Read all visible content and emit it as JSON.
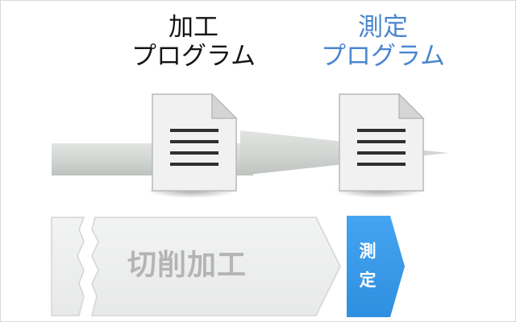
{
  "labels": {
    "machining_program": {
      "line1": "加工",
      "line2": "プログラム"
    },
    "measuring_program": {
      "line1": "測定",
      "line2": "プログラム"
    }
  },
  "processes": {
    "cutting": "切削加工",
    "measuring": {
      "char1": "測",
      "char2": "定"
    }
  },
  "colors": {
    "measuring_accent": "#4a86cf",
    "measuring_block": "#3d9be9",
    "cutting_block": "#eeefef",
    "flow_arrow": "#d0d4d1"
  },
  "icons": [
    "document-icon",
    "document-icon"
  ]
}
